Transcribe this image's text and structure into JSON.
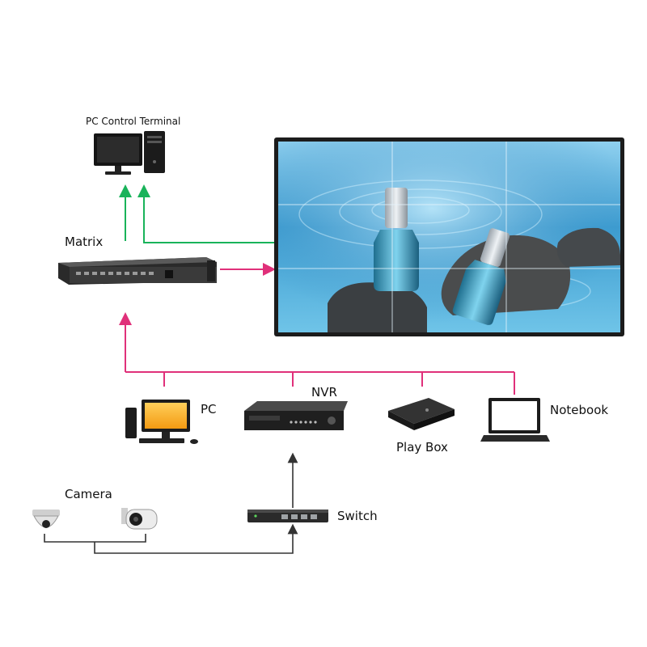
{
  "labels": {
    "pc_control_terminal": "PC Control Terminal",
    "matrix": "Matrix",
    "pc": "PC",
    "nvr": "NVR",
    "play_box": "Play Box",
    "notebook": "Notebook",
    "camera": "Camera",
    "switch": "Switch"
  },
  "colors": {
    "control_link": "#19b35a",
    "display_link": "#e0307a",
    "camera_link": "#333333",
    "device_dark": "#1a1a1a",
    "monitor_screen_orange": "#f5a21b",
    "video_wall_water": "#3a8fc4"
  },
  "icons": [
    "pc-control-terminal-icon",
    "matrix-device-icon",
    "video-wall-icon",
    "pc-icon",
    "nvr-icon",
    "play-box-icon",
    "notebook-icon",
    "dome-camera-icon",
    "bullet-camera-icon",
    "switch-icon"
  ]
}
